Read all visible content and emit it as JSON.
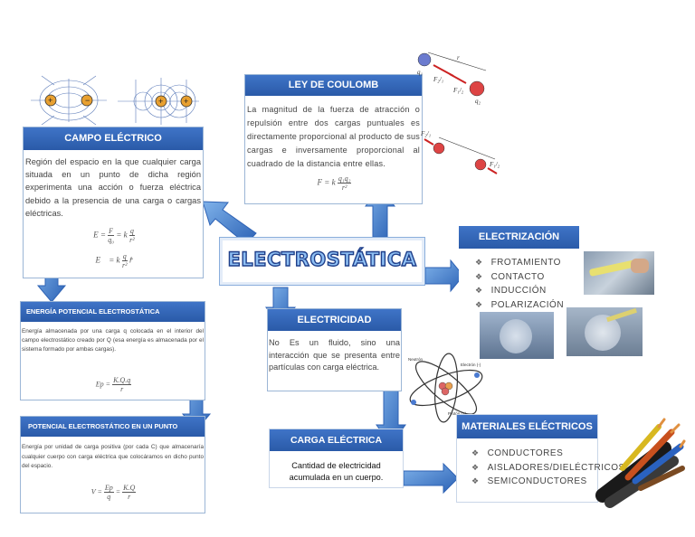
{
  "title": "ELECTROSTÁTICA",
  "campo": {
    "heading": "CAMPO ELÉCTRICO",
    "text": "Región del espacio en la que cualquier carga situada en un punto de dicha región experimenta una acción o fuerza eléctrica debido a la presencia de una carga o cargas eléctricas.",
    "eq1_lhs": "E =",
    "eq1_num": "F",
    "eq1_den": "q₀",
    "eq1_mid": "= k",
    "eq1_num2": "q",
    "eq1_den2": "r²",
    "eq2_lhs": "E⃗ = k",
    "eq2_num": "q",
    "eq2_den": "r²",
    "eq2_tail": "r̂"
  },
  "coulomb": {
    "heading": "LEY DE COULOMB",
    "text": "La magnitud de la fuerza de atracción o repulsión entre dos cargas puntuales es directamente proporcional al producto de sus cargas e inversamente proporcional al cuadrado de la distancia entre ellas.",
    "eq_lhs": "F = k",
    "eq_num": "q₁q₂",
    "eq_den": "r²",
    "fig_label_top": "F₂/₁",
    "fig_label_r": "r",
    "fig_q1": "q₁",
    "fig_q2": "q₂",
    "fig_f12": "F₁/₂",
    "fig_f21b": "F₂/₁",
    "fig_f12b": "F₁/₂"
  },
  "electrizacion": {
    "heading": "ELECTRIZACIÓN",
    "items": [
      "FROTAMIENTO",
      "CONTACTO",
      "INDUCCIÓN",
      "POLARIZACIÓN"
    ]
  },
  "energia": {
    "heading": "ENERGÍA POTENCIAL ELECTROSTÁTICA",
    "text": "Energía almacenada por una carga q colocada en el interior del campo electrostático creado por Q (esa energía es almacenada por el sistema formado por ambas cargas).",
    "eq_lhs": "Ep = ",
    "eq_num": "K.Q.q",
    "eq_den": "r"
  },
  "potencial": {
    "heading": "POTENCIAL ELECTROSTÁTICO EN UN PUNTO",
    "text": "Energía por unidad de carga positiva (por cada C) que almacenaría cualquier cuerpo con carga eléctrica que colocáramos en dicho punto del espacio.",
    "eq_lhs": "V =",
    "eq_num": "Ep",
    "eq_den": "q",
    "eq_mid": "=",
    "eq_num2": "K.Q",
    "eq_den2": "r"
  },
  "electricidad": {
    "heading": "ELECTRICIDAD",
    "text": "No Es un fluido, sino una interacción que se presenta entre partículas con carga eléctrica."
  },
  "carga": {
    "heading": "CARGA ELÉCTRICA",
    "text": "Cantidad de electricidad acumulada en un cuerpo."
  },
  "materiales": {
    "heading": "MATERIALES ELÉCTRICOS",
    "items": [
      "CONDUCTORES",
      "AISLADORES/DIELÉCTRICOS",
      "SEMICONDUCTORES"
    ]
  },
  "atom": {
    "label_neutron": "Neutrón",
    "label_electron": "Electrón (-)",
    "label_proton": "Protón (+)"
  },
  "colors": {
    "header_blue": "#2f63b5",
    "arrow_blue": "#4a86d0",
    "title_fill": "#6ea8e8",
    "border": "#9cb6d6"
  }
}
